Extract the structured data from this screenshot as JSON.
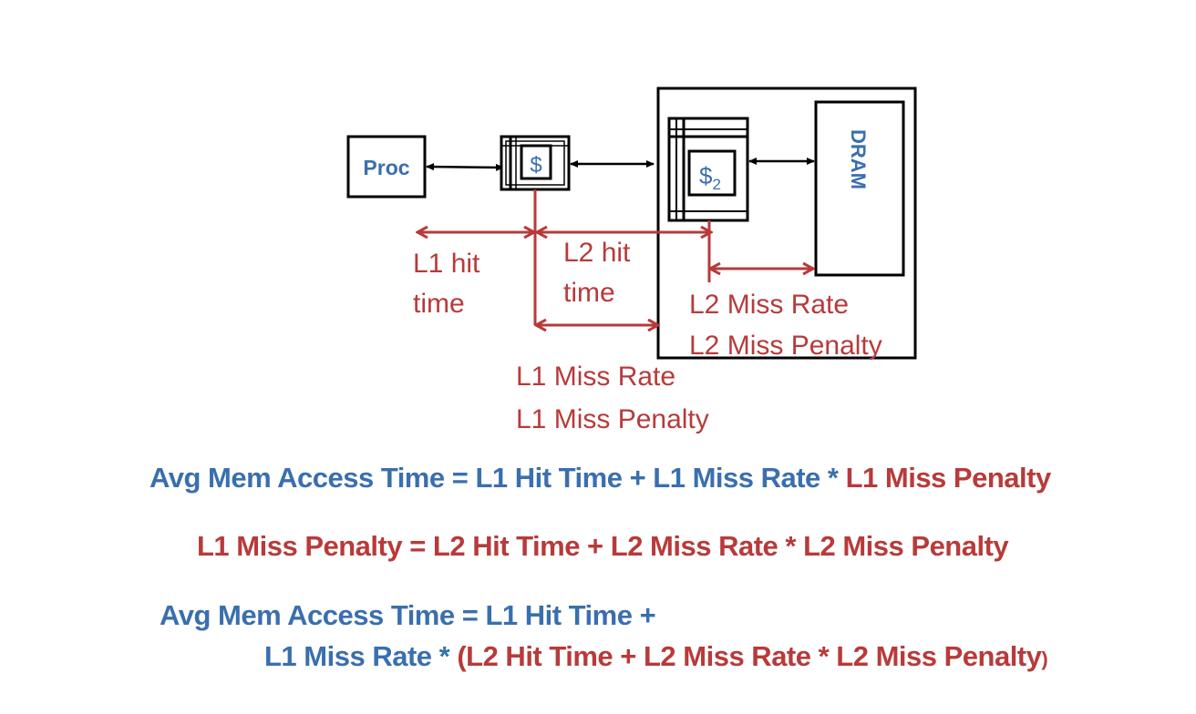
{
  "colors": {
    "blue": "#3a6fad",
    "red": "#b83a3a",
    "black": "#000000"
  },
  "diagram": {
    "proc_label": "Proc",
    "l1_cache_label": "$",
    "l2_cache_label": "$",
    "l2_cache_subscript": "2",
    "dram_label": "DRAM",
    "l1_hit_time": [
      "L1 hit",
      "time"
    ],
    "l2_hit_time": [
      "L2 hit",
      "time"
    ],
    "l2_miss": [
      "L2 Miss Rate",
      "L2 Miss Penalty"
    ],
    "l1_miss": [
      "L1 Miss Rate",
      "L1 Miss Penalty"
    ]
  },
  "equations": {
    "eq1": {
      "blue_part": "Avg Mem Access Time = L1 Hit Time + L1 Miss Rate * ",
      "red_part": "L1 Miss Penalty"
    },
    "eq2": {
      "text": "L1 Miss Penalty = L2 Hit Time + L2 Miss Rate * L2 Miss Penalty"
    },
    "eq3": {
      "line1": "Avg Mem Access Time = L1 Hit Time +",
      "line2_blue": "L1 Miss Rate * ",
      "line2_red": "(L2 Hit Time + L2 Miss Rate * L2 Miss Penalty",
      "line2_close": ")"
    }
  }
}
